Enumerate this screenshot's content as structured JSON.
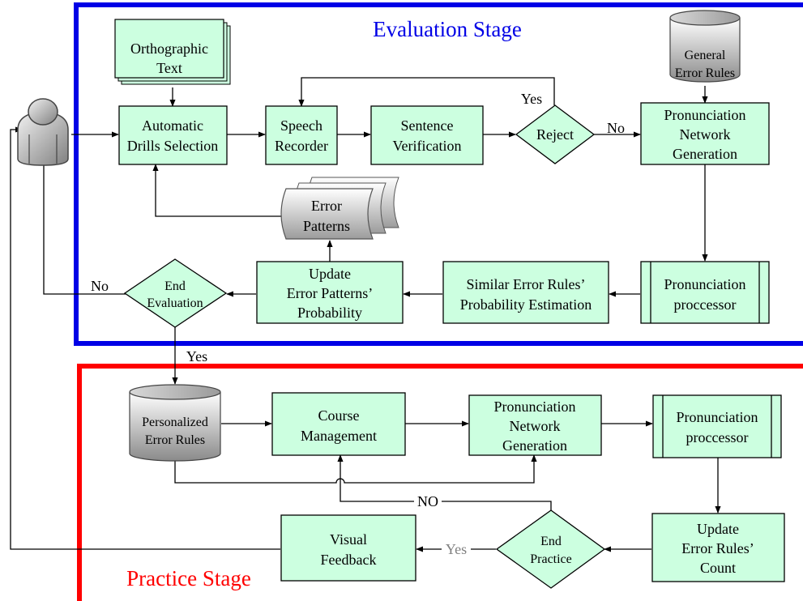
{
  "stages": {
    "evaluation_title": "Evaluation Stage",
    "practice_title": "Practice Stage"
  },
  "colors": {
    "evaluation_border": "#0000e6",
    "practice_border": "#ff0000",
    "box_fill": "#ccffe0",
    "line": "#000000"
  },
  "nodes": {
    "orthographic_text": [
      "Orthographic",
      "Text"
    ],
    "general_error_rules": [
      "General",
      "Error Rules"
    ],
    "auto_drills": [
      "Automatic",
      "Drills Selection"
    ],
    "speech_recorder": [
      "Speech",
      "Recorder"
    ],
    "sentence_verification": [
      "Sentence",
      "Verification"
    ],
    "reject": [
      "Reject"
    ],
    "pron_network_eval": [
      "Pronunciation",
      "Network",
      "Generation"
    ],
    "error_patterns": [
      "Error",
      "Patterns"
    ],
    "pron_processor_eval": [
      "Pronunciation",
      "proccessor"
    ],
    "similar_error_rules": [
      "Similar Error Rules’",
      "Probability Estimation"
    ],
    "update_error_patterns": [
      "Update",
      "Error Patterns’",
      "Probability"
    ],
    "end_evaluation": [
      "End",
      "Evaluation"
    ],
    "personalized_rules": [
      "Personalized",
      "Error Rules"
    ],
    "course_management": [
      "Course",
      "Management"
    ],
    "pron_network_practice": [
      "Pronunciation",
      "Network",
      "Generation"
    ],
    "pron_processor_practice": [
      "Pronunciation",
      "proccessor"
    ],
    "update_error_rules_count": [
      "Update",
      "Error Rules’",
      "Count"
    ],
    "end_practice": [
      "End",
      "Practice"
    ],
    "visual_feedback": [
      "Visual",
      "Feedback"
    ]
  },
  "edge_labels": {
    "reject_yes": "Yes",
    "reject_no": "No",
    "end_eval_no": "No",
    "end_eval_yes": "Yes",
    "end_practice_no": "NO",
    "end_practice_yes": "Yes"
  },
  "icons": {
    "user": "user-icon"
  }
}
